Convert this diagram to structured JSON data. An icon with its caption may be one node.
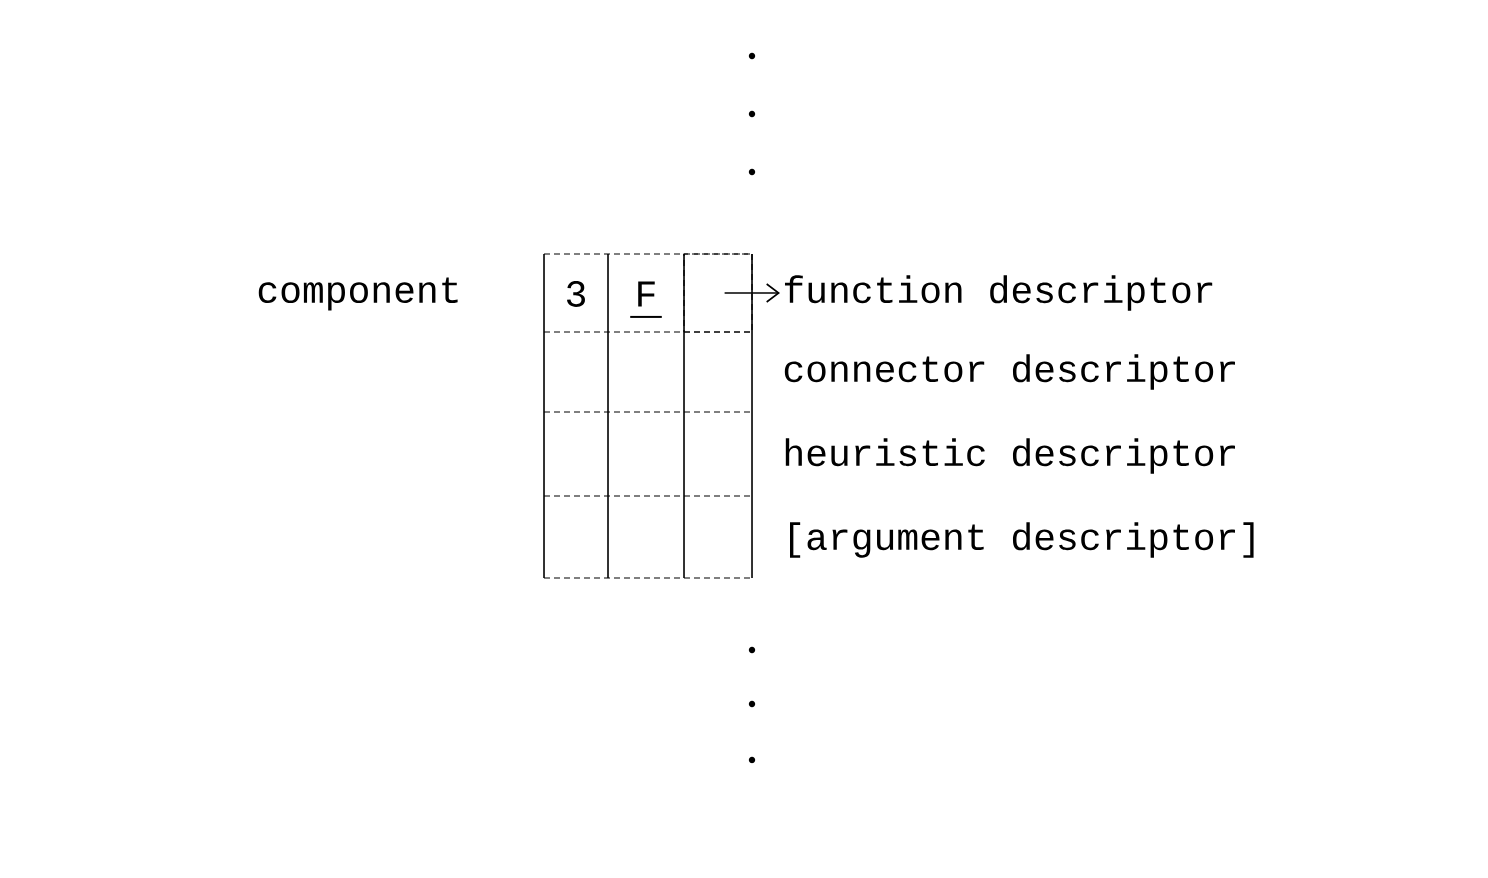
{
  "diagram": {
    "nodes": [
      {
        "text": [],
        "shape": "box"
      },
      {
        "text": [
          "function descriptor"
        ]
      }
    ],
    "edges": [
      {
        "from": 0,
        "to": 1,
        "arrow": "to"
      }
    ],
    "labels": [
      "component",
      "3",
      "F",
      "connector descriptor",
      "heuristic descriptor",
      "[argument descriptor]"
    ]
  }
}
